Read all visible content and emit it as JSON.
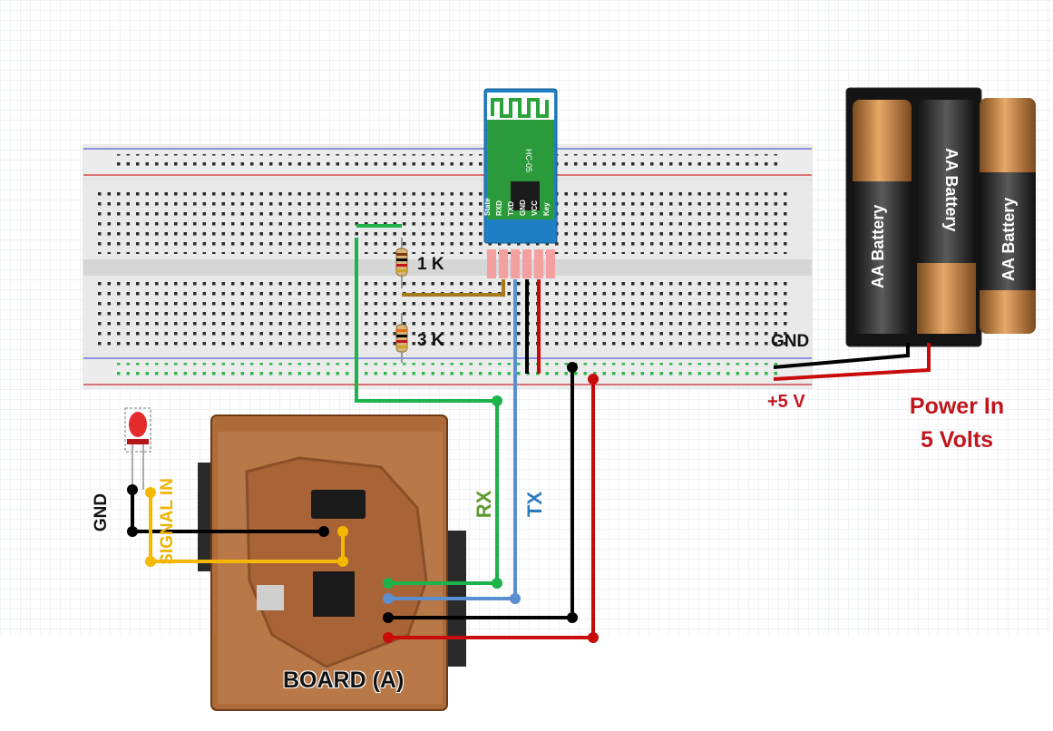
{
  "labels": {
    "resistor_1": "1 K",
    "resistor_2": "3 K",
    "gnd": "GND",
    "plus5v": "+5 V",
    "power_in_line1": "Power In",
    "power_in_line2": "5 Volts",
    "board": "BOARD (A)",
    "rx": "RX",
    "tx": "TX",
    "gnd_side": "GND",
    "signal_in": "SIGNAL IN"
  },
  "module": {
    "name": "HC-05",
    "pins": [
      "State",
      "RXD",
      "TXD",
      "GND",
      "VCC",
      "Key"
    ]
  },
  "battery_label": "AA Battery",
  "colors": {
    "wire_green": "#1db24a",
    "wire_blue": "#5b8fd0",
    "wire_black": "#000000",
    "wire_red": "#c80a0a",
    "wire_yellow": "#f5b800",
    "wire_olive": "#a77a1c",
    "module_blue": "#1f7fc4",
    "pcb_copper": "#b5703e",
    "breadboard": "#e6e6e6",
    "rail_blue": "#6a73d6",
    "rail_red": "#d14a4a"
  }
}
